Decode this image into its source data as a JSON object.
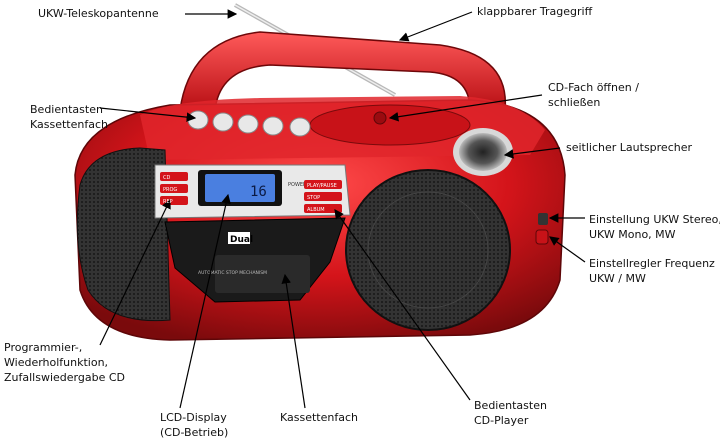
{
  "labels": {
    "antenna": "UKW-Teleskopantenne",
    "handle": "klappbarer Tragegriff",
    "cd_lid": [
      "CD-Fach öffnen /",
      "schließen"
    ],
    "cassette_buttons": [
      "Bedientasten",
      "Kassettenfach"
    ],
    "side_speaker": "seitlicher Lautsprecher",
    "band_switch": [
      "Einstellung UKW Stereo,",
      "UKW Mono, MW"
    ],
    "tuning_knob": [
      "Einstellregler Frequenz",
      "UKW / MW"
    ],
    "program": [
      "Programmier-,",
      "Wiederholfunktion,",
      "Zufallswiedergabe CD"
    ],
    "lcd": [
      "LCD-Display",
      "(CD-Betrieb)"
    ],
    "cassette_deck": "Kassettenfach",
    "cd_buttons": [
      "Bedientasten",
      "CD-Player"
    ]
  },
  "device": {
    "brand": "Dual",
    "lcd_value": "16",
    "power_label": "POWER",
    "deck_text": "AUTOMATIC STOP MECHANISM",
    "buttons_left": [
      "CD",
      "PROG",
      "REP"
    ],
    "buttons_right": [
      "PLAY/PAUSE",
      "STOP",
      "ALBUM"
    ]
  },
  "colors": {
    "body": "#d4141a",
    "body_dark": "#8e0a0e",
    "highlight": "#ff6a6a",
    "speaker": "#2a2a2a",
    "lcd": "#4a7fe0"
  }
}
